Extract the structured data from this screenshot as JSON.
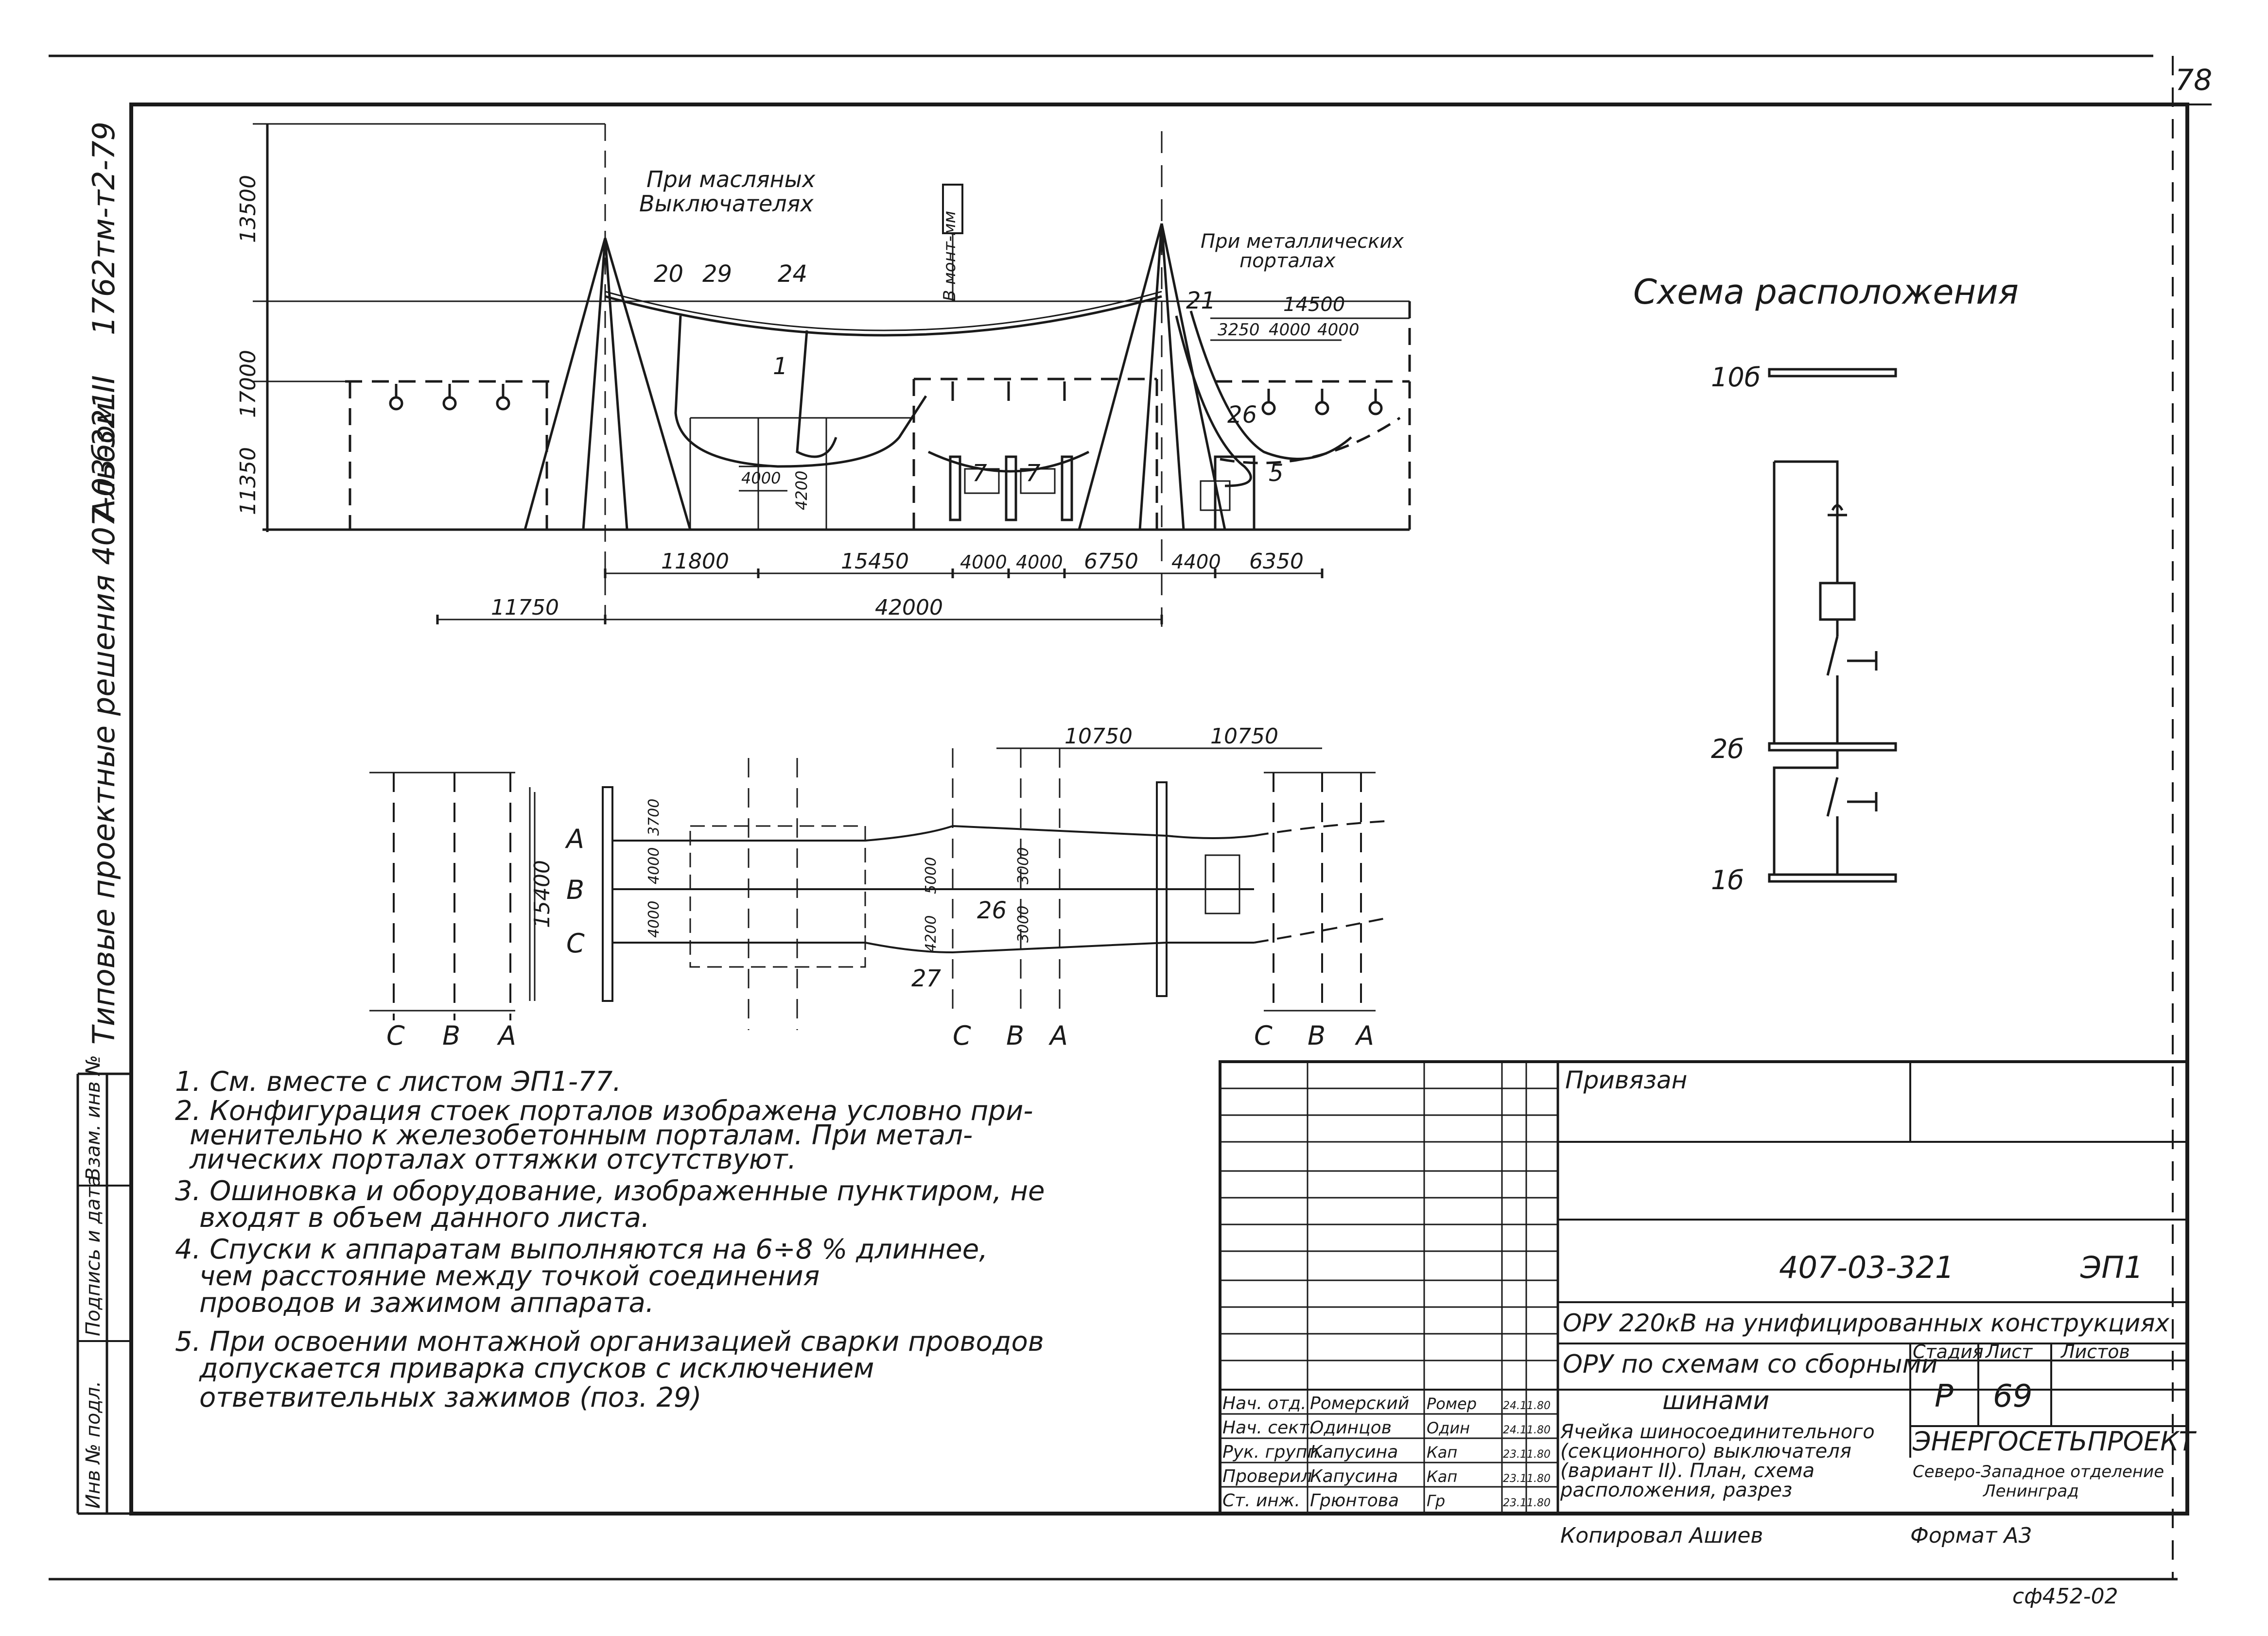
{
  "corner_number": "78",
  "side_titles": {
    "album": "Альбом II",
    "series": "Типовые проектные решения 407-03-321",
    "code": "1762тм-т2-79"
  },
  "stamp_side_labels": [
    "Взам. инв №",
    "Подпись и дата",
    "Инв № подл."
  ],
  "section": {
    "heights": [
      "13500",
      "17000",
      "11350"
    ],
    "spans_top": [
      "14500",
      "3250",
      "4000",
      "4000"
    ],
    "spans_bottom": [
      "11800",
      "15450",
      "4000",
      "4000",
      "6750",
      "4400",
      "6350"
    ],
    "spans_total": [
      "11750",
      "42000"
    ],
    "small_dims": [
      "4000",
      "4200"
    ],
    "callouts": [
      "20",
      "29",
      "24",
      "1",
      "21",
      "26",
      "5",
      "7",
      "7"
    ],
    "annotation_oil": [
      "При масляных",
      "Выключателях"
    ],
    "annotation_metal": [
      "При металлических",
      "порталах"
    ],
    "mount_label": "В монт-мм"
  },
  "plan": {
    "dims_top": [
      "10750",
      "10750"
    ],
    "dim_side": "15400",
    "small_dims": [
      "4000",
      "4000",
      "3700",
      "5000",
      "4200",
      "3000",
      "3000"
    ],
    "phases_right": [
      "A",
      "B",
      "C"
    ],
    "phases_bottom": [
      "C",
      "B",
      "A"
    ],
    "callouts": [
      "26",
      "27"
    ]
  },
  "schema": {
    "title": "Схема расположения",
    "labels": [
      "10б",
      "2б",
      "1б"
    ]
  },
  "notes": [
    "1. См. вместе с листом ЭП1-77.",
    "2. Конфигурация стоек порталов изображена условно при-",
    "менительно к железобетонным порталам. При метал-",
    "лических порталах оттяжки отсутствуют.",
    "3. Ошиновка и оборудование, изображенные пунктиром, не",
    "входят в объем данного листа.",
    "4. Спуски к аппаратам выполняются на 6÷8 % длиннее,",
    "чем расстояние между точкой соединения",
    "проводов и зажимом аппарата.",
    "5. При освоении монтажной организацией сварки проводов",
    "допускается приварка спусков с исключением",
    "ответвительных зажимов (поз. 29)"
  ],
  "title_block": {
    "privyazan": "Привязан",
    "doc_number": "407-03-321",
    "sheet_code": "ЭП1",
    "project_line": "ОРУ 220кВ на унифицированных конструкциях",
    "subtitle_1": "ОРУ по схемам со сборными",
    "subtitle_2": "шинами",
    "headers": [
      "Стадия",
      "Лист",
      "Листов"
    ],
    "stage": "Р",
    "sheet": "69",
    "sheets_total": "",
    "description": [
      "Ячейка шиносоединительного",
      "(секционного) выключателя",
      "(вариант II). План, схема",
      "расположения, разрез"
    ],
    "company": "ЭНЕРГОСЕТЬПРОЕКТ",
    "branch": [
      "Северо-Западное отделение",
      "Ленинград"
    ],
    "signatures": [
      {
        "role": "Нач. отд.",
        "name": "Ромерский",
        "sign": "Ромер",
        "date": "24.11.80"
      },
      {
        "role": "Нач. сект.",
        "name": "Одинцов",
        "sign": "Один",
        "date": "24.11.80"
      },
      {
        "role": "Рук. групп.",
        "name": "Капусина",
        "sign": "Кап",
        "date": "23.11.80"
      },
      {
        "role": "Проверил",
        "name": "Капусина",
        "sign": "Кап",
        "date": "23.11.80"
      },
      {
        "role": "Ст. инж.",
        "name": "Грюнтова",
        "sign": "Гр",
        "date": "23.11.80"
      }
    ],
    "copied": "Копировал  Ашиев",
    "format": "Формат А3"
  },
  "footer_code": "сф452-02"
}
